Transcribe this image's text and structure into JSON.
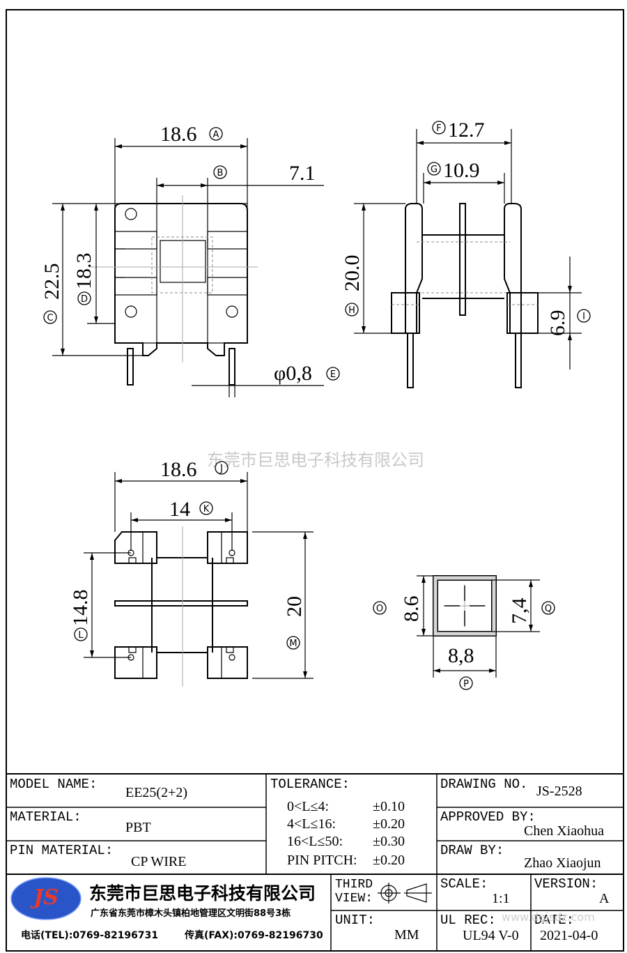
{
  "dimensions": {
    "top_width": "18.6",
    "top_width_tag": "A",
    "slot_width": "7.1",
    "slot_tag": "B",
    "height_total": "22.5",
    "height_total_tag": "C",
    "height_inner": "18.3",
    "height_inner_tag": "D",
    "pin_dia": "φ0,8",
    "pin_dia_tag": "E",
    "side_outer": "12.7",
    "side_outer_tag": "F",
    "side_inner": "10.9",
    "side_inner_tag": "G",
    "side_height": "20.0",
    "side_height_tag": "H",
    "base_height": "6.9",
    "base_height_tag": "I",
    "bottom_width": "18.6",
    "bottom_width_tag": "J",
    "pin_span": "14",
    "pin_span_tag": "K",
    "bottom_depth": "14.8",
    "bottom_depth_tag": "L",
    "bottom_height": "20",
    "bottom_height_tag": "M",
    "core_outer_h": "8.6",
    "core_outer_h_tag": "O",
    "core_inner_h": "7,4",
    "core_inner_h_tag": "Q",
    "core_width": "8,8",
    "core_width_tag": "P"
  },
  "watermark": "东莞市巨思电子科技有限公司",
  "title_block": {
    "model_name_label": "MODEL NAME:",
    "model_name": "EE25(2+2)",
    "material_label": "MATERIAL:",
    "material": "PBT",
    "pin_material_label": "PIN MATERIAL:",
    "pin_material": "CP WIRE",
    "tolerance_label": "TOLERANCE:",
    "tolerances": [
      {
        "range": "0<L≤4:",
        "value": "±0.10"
      },
      {
        "range": "4<L≤16:",
        "value": "±0.20"
      },
      {
        "range": "16<L≤50:",
        "value": "±0.30"
      },
      {
        "range": "PIN PITCH:",
        "value": "±0.20"
      }
    ],
    "drawing_no_label": "DRAWING NO.",
    "drawing_no": "JS-2528",
    "approved_by_label": "APPROVED BY:",
    "approved_by": "Chen Xiaohua",
    "draw_by_label": "DRAW BY:",
    "draw_by": "Zhao Xiaojun",
    "logo_text": "JS",
    "company_name": "东莞市巨思电子科技有限公司",
    "address": "广东省东莞市樟木头镇柏地管理区文明街88号3栋",
    "tel": "电话(TEL):0769-82196731",
    "fax": "传真(FAX):0769-82196730",
    "third_view_label": "THIRD VIEW:",
    "unit_label": "UNIT:",
    "unit": "MM",
    "scale_label": "SCALE:",
    "scale": "1:1",
    "version_label": "VERSION:",
    "version": "A",
    "ul_rec_label": "UL REC:",
    "ul_rec": "UL94 V-0",
    "date_label": "DATE:",
    "date": "2021-04-0",
    "site_watermark": "www.dgjsdz.com"
  }
}
